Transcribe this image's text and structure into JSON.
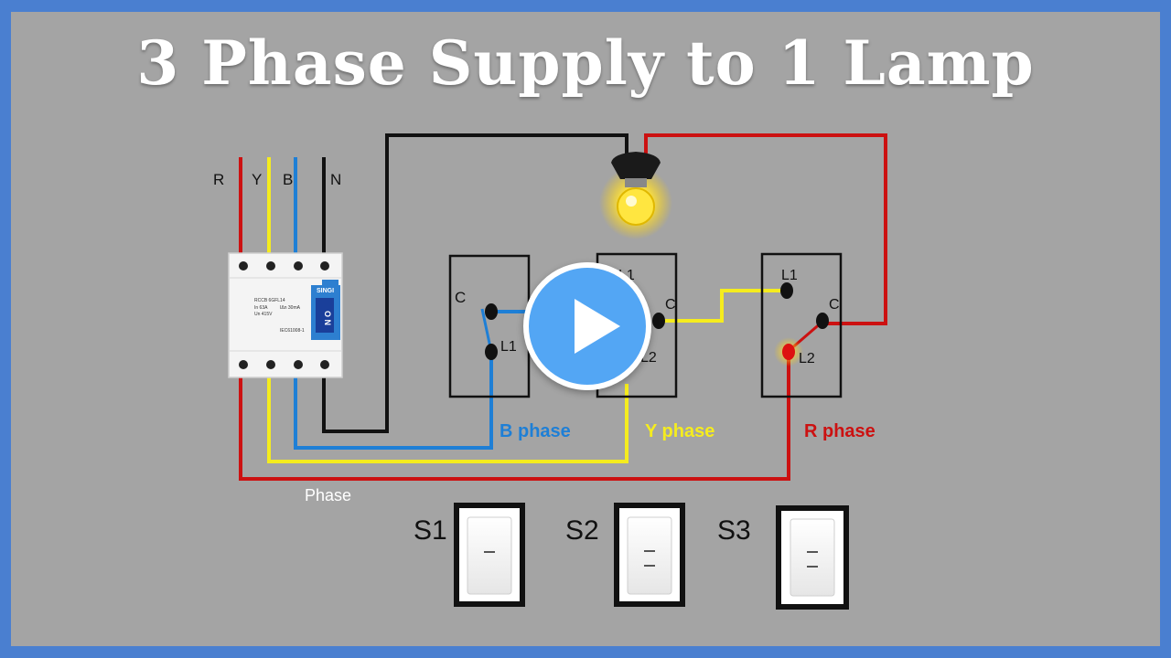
{
  "title": "3 Phase Supply to 1 Lamp",
  "supply": {
    "r": "R",
    "y": "Y",
    "b": "B",
    "n": "N"
  },
  "rccb": {
    "brand": "SINGI",
    "on_label": "O N",
    "model": "RCCB\n6GFL14",
    "spec1": "In 63A",
    "spec2": "Un 415V",
    "spec3": "IΔn 30mA",
    "code": "IEC61008-1"
  },
  "switch1": {
    "c": "C",
    "l1": "L1"
  },
  "switch2": {
    "l1": "L1",
    "c": "C",
    "l2": "L2"
  },
  "switch3": {
    "l1": "L1",
    "c": "C",
    "l2": "L2"
  },
  "labels": {
    "b_phase": "B phase",
    "y_phase": "Y phase",
    "r_phase": "R phase",
    "phase": "Phase"
  },
  "switches": {
    "s1": "S1",
    "s2": "S2",
    "s3": "S3"
  },
  "colors": {
    "red": "#cc1111",
    "yellow": "#f5ec1e",
    "blue": "#1e7fd6",
    "black": "#111111",
    "background": "#a4a4a4",
    "border": "#4a7fd0",
    "play": "#53a6f4"
  },
  "icons": {
    "play": "play-button-icon",
    "lamp": "light-bulb-icon",
    "breaker": "rccb-icon"
  }
}
